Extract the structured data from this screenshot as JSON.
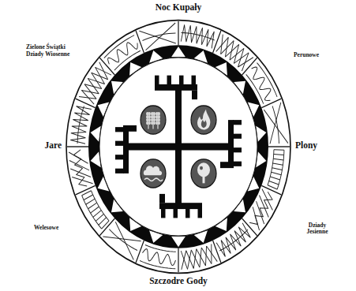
{
  "diagram": {
    "labels": [
      "Noc Kupały",
      "Zielone Świątki",
      "Dziady Wiosenne",
      "Perunowe",
      "Jare",
      "Plony",
      "Welesowe",
      "Dziady Jesienne",
      "Szczodre Gody"
    ]
  }
}
